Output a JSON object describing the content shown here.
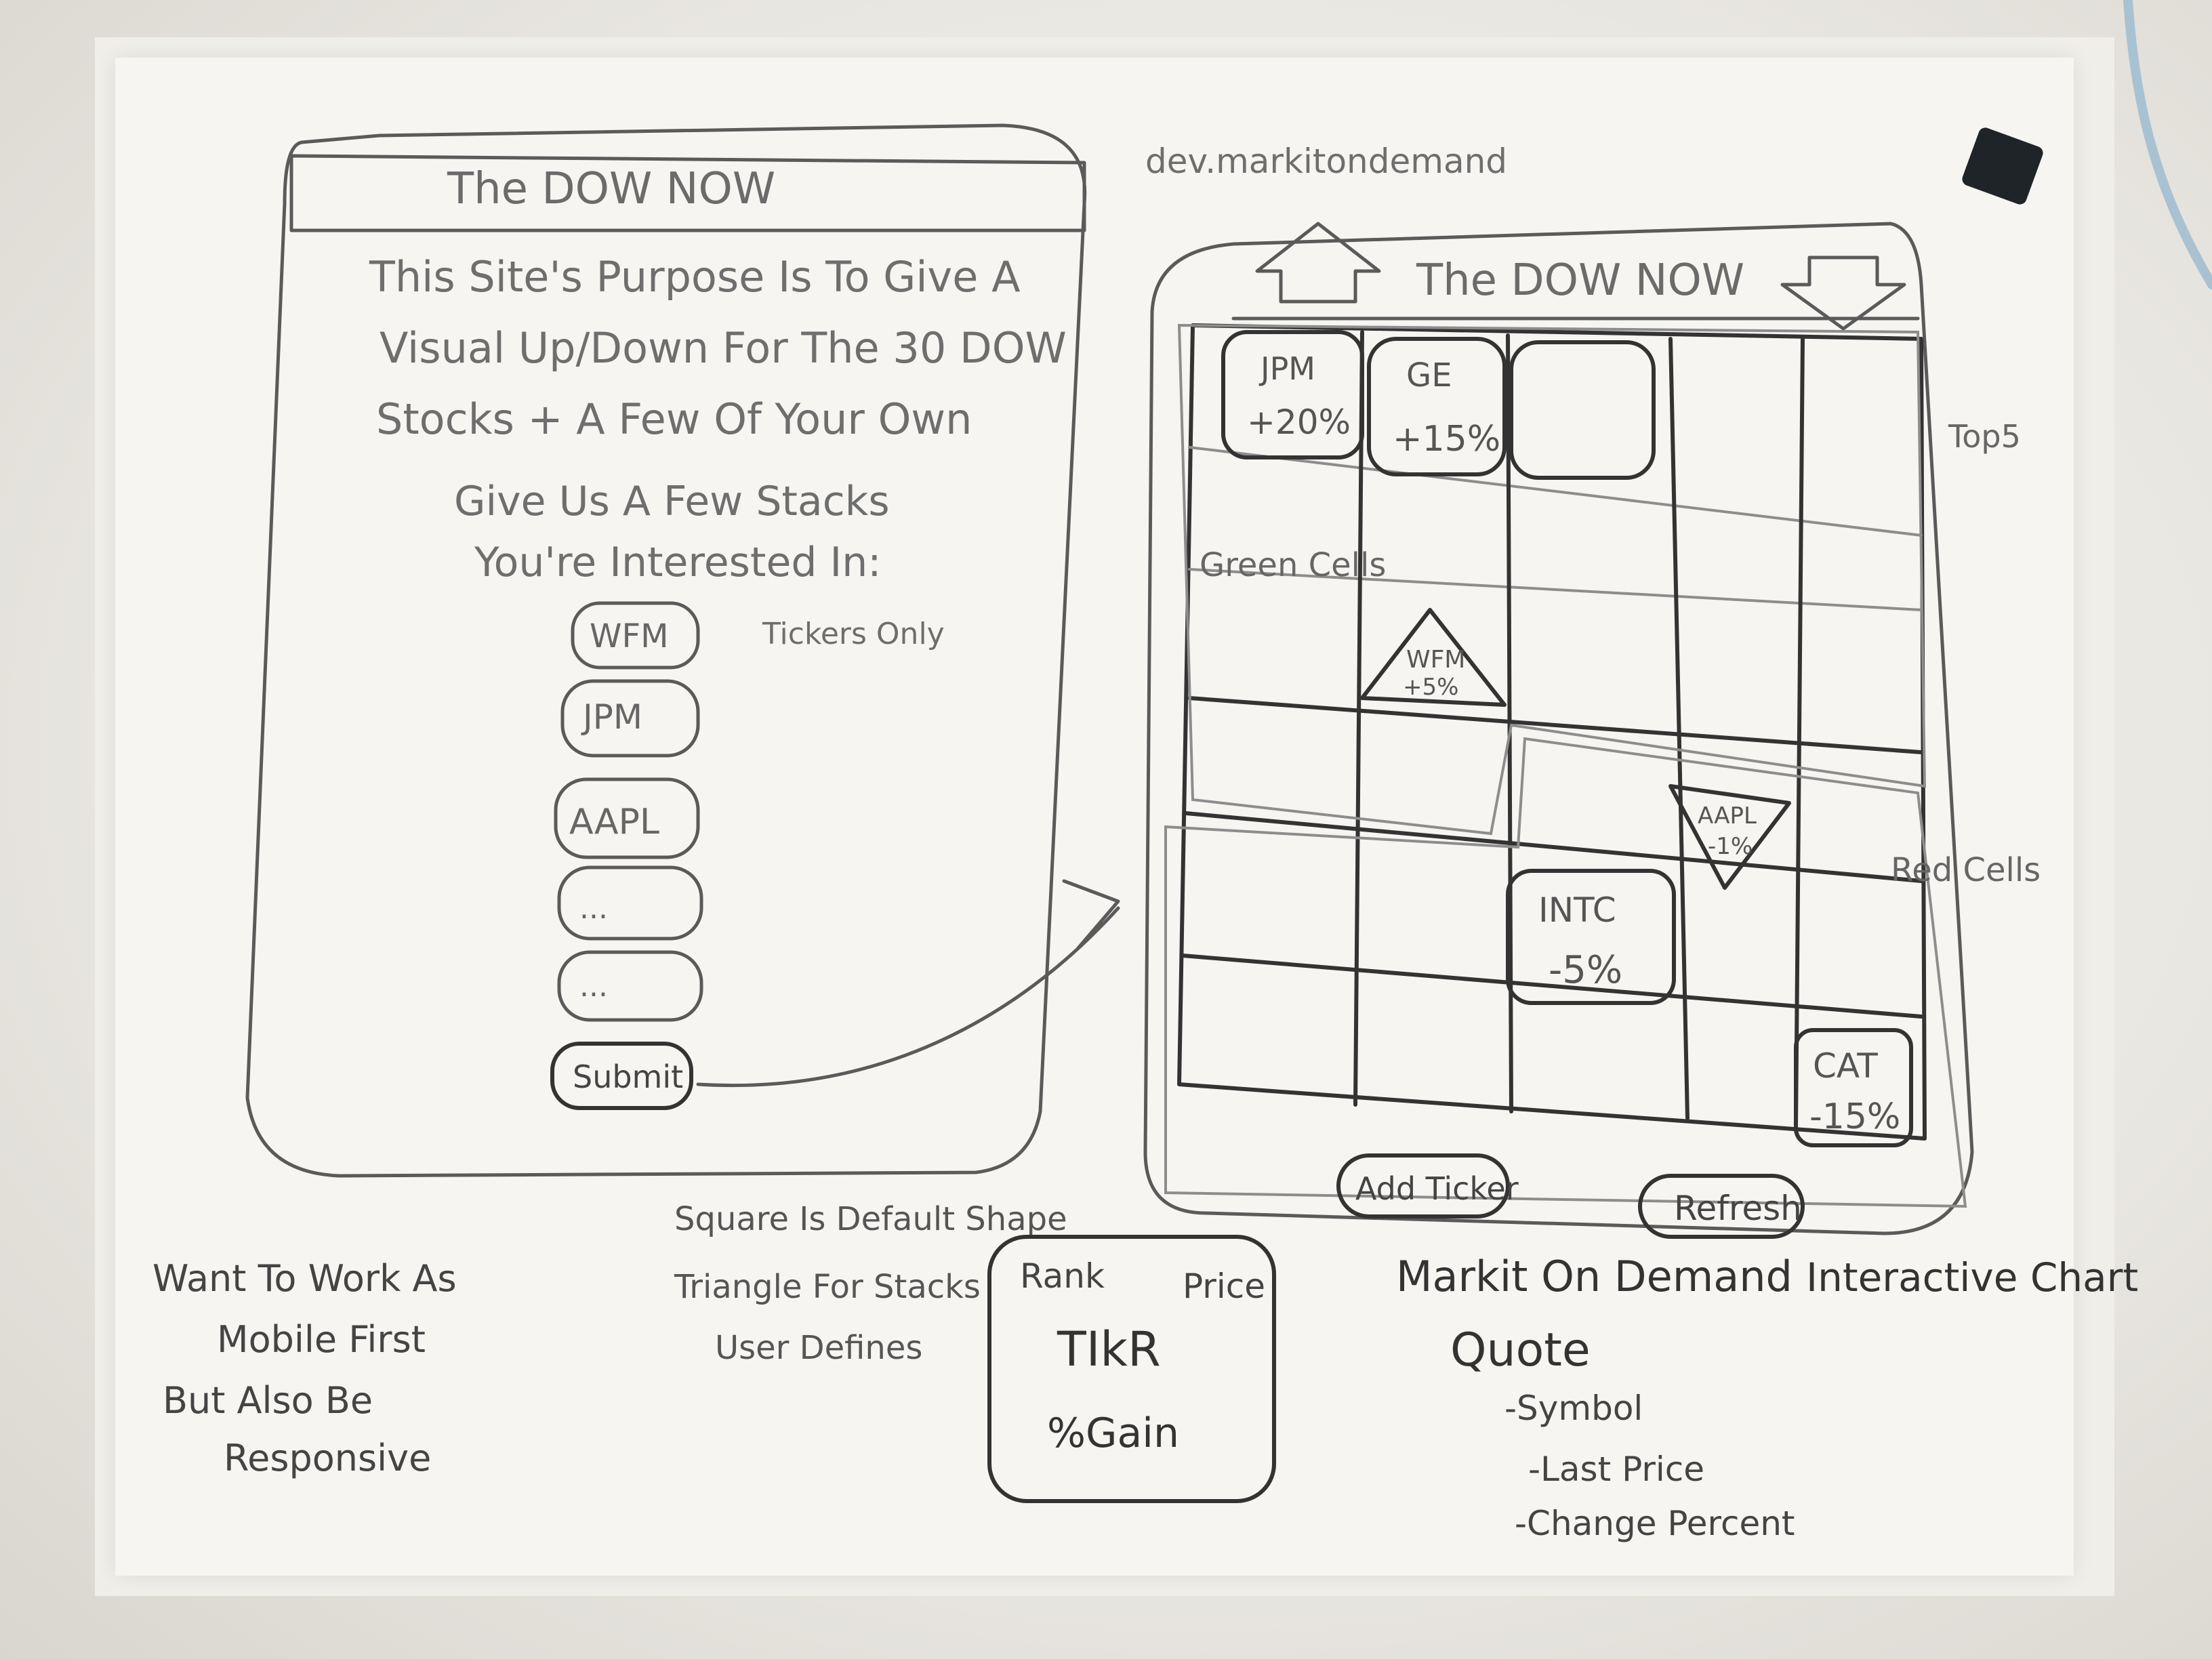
{
  "left_sketch": {
    "header_title": "The DOW NOW",
    "purpose_lines": [
      "This Site's Purpose Is To Give A",
      "Visual Up/Down For The 30 DOW",
      "Stocks + A Few Of Your Own"
    ],
    "prompt_lines": [
      "Give Us A Few Stacks",
      "You're Interested In:"
    ],
    "tickers_note": "Tickers Only",
    "inputs": [
      "WFM",
      "JPM",
      "AAPL",
      "...",
      "..."
    ],
    "submit_label": "Submit"
  },
  "right_sketch": {
    "url_note": "dev.markitondemand",
    "header_title": "The DOW NOW",
    "top5_note": "Top5",
    "green_note": "Green Cells",
    "red_note": "Red Cells",
    "cells": {
      "jpm": {
        "ticker": "JPM",
        "change": "+20%"
      },
      "ge": {
        "ticker": "GE",
        "change": "+15%"
      },
      "wfm": {
        "ticker": "WFM",
        "change": "+5%"
      },
      "aapl": {
        "ticker": "AAPL",
        "change": "-1%"
      },
      "intc": {
        "ticker": "INTC",
        "change": "-5%"
      },
      "cat": {
        "ticker": "CAT",
        "change": "-15%"
      }
    },
    "add_ticker_label": "Add Ticker",
    "refresh_label": "Refresh"
  },
  "notes": {
    "mobile": [
      "Want To Work As",
      "Mobile First",
      "But Also Be",
      "Responsive"
    ],
    "shape": [
      "Square Is Default Shape",
      "Triangle For Stacks",
      "User Defines"
    ],
    "legend_card": {
      "rank": "Rank",
      "price": "Price",
      "ticker": "TIkR",
      "gain": "%Gain"
    },
    "markit_quote": {
      "title_1": "Markit On Demand",
      "title_2": "Quote",
      "items": [
        "-Symbol",
        "-Last Price",
        "-Change Percent"
      ]
    },
    "interactive_chart": "Interactive Chart"
  }
}
